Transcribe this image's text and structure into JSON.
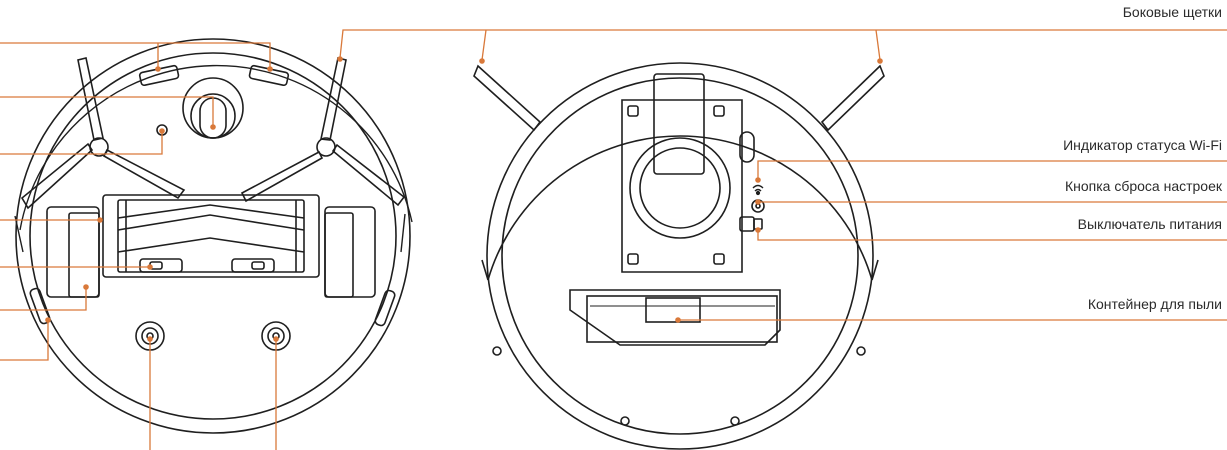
{
  "colors": {
    "leader": "#d9793a",
    "stroke": "#1f1f1f",
    "background": "#ffffff"
  },
  "labels": {
    "side_brushes": "Боковые щетки",
    "wifi_indicator": "Индикатор статуса Wi-Fi",
    "reset_button": "Кнопка сброса настроек",
    "power_switch": "Выключатель питания",
    "dust_container": "Контейнер для пыли"
  }
}
